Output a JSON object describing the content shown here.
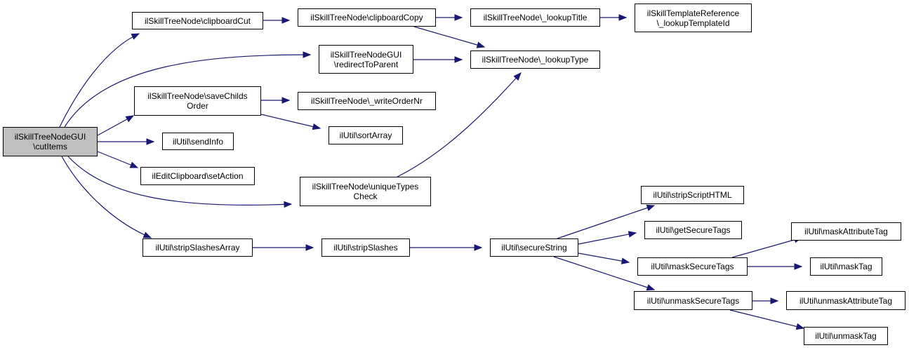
{
  "colors": {
    "edge": "#191970",
    "root_fill": "#bfbfbf",
    "node_fill": "#ffffff",
    "border": "#000000"
  },
  "nodes": {
    "root": {
      "label": "ilSkillTreeNodeGUI\n\\cutItems"
    },
    "clipCut": {
      "label": "ilSkillTreeNode\\clipboardCut"
    },
    "clipCopy": {
      "label": "ilSkillTreeNode\\clipboardCopy"
    },
    "lookupTitle": {
      "label": "ilSkillTreeNode\\_lookupTitle"
    },
    "lookupTplId": {
      "label": "ilSkillTemplateReference\n\\_lookupTemplateId"
    },
    "redirect": {
      "label": "ilSkillTreeNodeGUI\n\\redirectToParent"
    },
    "lookupType": {
      "label": "ilSkillTreeNode\\_lookupType"
    },
    "saveChilds": {
      "label": "ilSkillTreeNode\\saveChilds\nOrder"
    },
    "writeOrder": {
      "label": "ilSkillTreeNode\\_writeOrderNr"
    },
    "sortArray": {
      "label": "ilUtil\\sortArray"
    },
    "sendInfo": {
      "label": "ilUtil\\sendInfo"
    },
    "setAction": {
      "label": "ilEditClipboard\\setAction"
    },
    "uniqueTypes": {
      "label": "ilSkillTreeNode\\uniqueTypes\nCheck"
    },
    "stripSlashesArr": {
      "label": "ilUtil\\stripSlashesArray"
    },
    "stripSlashes": {
      "label": "ilUtil\\stripSlashes"
    },
    "secureString": {
      "label": "ilUtil\\secureString"
    },
    "stripScript": {
      "label": "ilUtil\\stripScriptHTML"
    },
    "getSecureTags": {
      "label": "ilUtil\\getSecureTags"
    },
    "maskSecure": {
      "label": "ilUtil\\maskSecureTags"
    },
    "unmaskSecure": {
      "label": "ilUtil\\unmaskSecureTags"
    },
    "maskAttr": {
      "label": "ilUtil\\maskAttributeTag"
    },
    "maskTag": {
      "label": "ilUtil\\maskTag"
    },
    "unmaskAttr": {
      "label": "ilUtil\\unmaskAttributeTag"
    },
    "unmaskTag": {
      "label": "ilUtil\\unmaskTag"
    }
  }
}
